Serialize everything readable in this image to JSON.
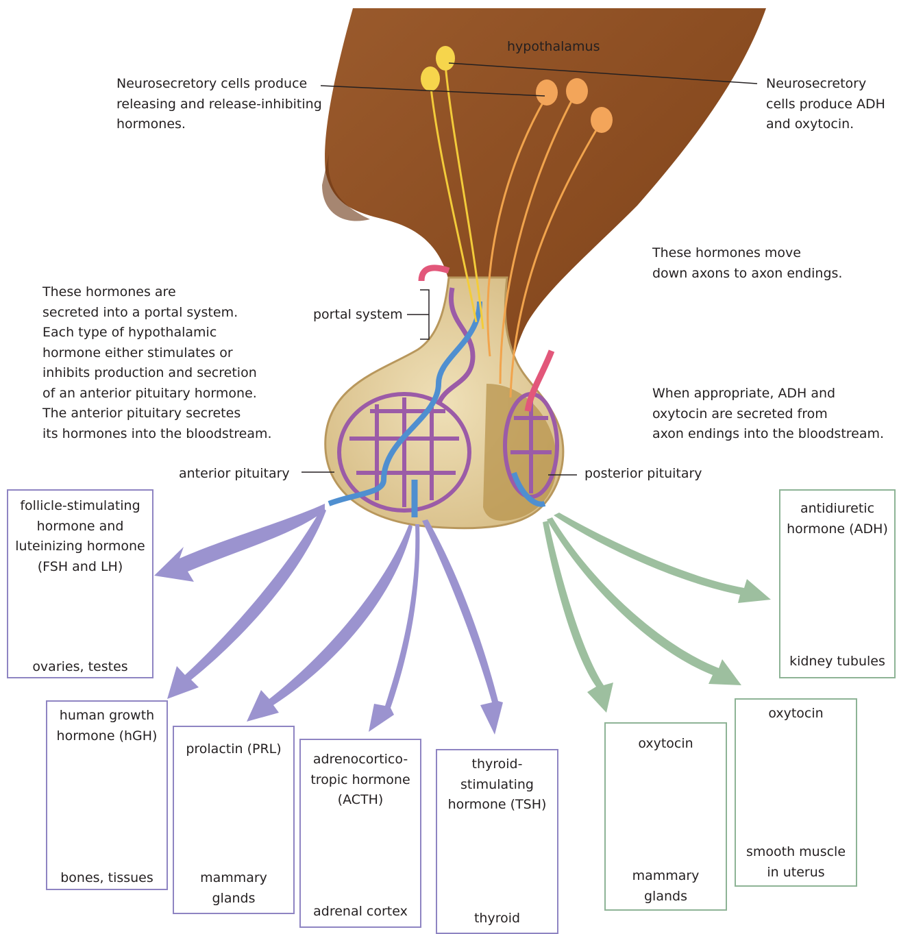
{
  "labels": {
    "hypothalamus": "hypothalamus",
    "neuro_left": "Neurosecretory cells produce\nreleasing and release-inhibiting\nhormones.",
    "neuro_right": "Neurosecretory\ncells produce ADH\nand oxytocin.",
    "move_down": "These hormones move\ndown axons to axon endings.",
    "portal_text": "These hormones are\nsecreted into a portal system.\nEach type of hypothalamic\nhormone either stimulates or\ninhibits production and secretion\nof an anterior pituitary hormone.\nThe anterior pituitary secretes\nits hormones into the bloodstream.",
    "portal_system": "portal system",
    "when_appropriate": "When appropriate, ADH and\noxytocin are secreted from\naxon endings into the bloodstream.",
    "anterior": "anterior pituitary",
    "posterior": "posterior pituitary"
  },
  "boxes": {
    "fsh": {
      "hormone": "follicle-stimulating\nhormone and\nluteinizing hormone\n(FSH and LH)",
      "target": "ovaries, testes"
    },
    "hgh": {
      "hormone": "human growth\nhormone (hGH)",
      "target": "bones, tissues"
    },
    "prl": {
      "hormone": "prolactin (PRL)",
      "target": "mammary\nglands"
    },
    "acth": {
      "hormone": "adrenocortico-\ntropic hormone\n(ACTH)",
      "target": "adrenal cortex"
    },
    "tsh": {
      "hormone": "thyroid-\nstimulating\nhormone (TSH)",
      "target": "thyroid"
    },
    "oxy1": {
      "hormone": "oxytocin",
      "target": "mammary\nglands"
    },
    "oxy2": {
      "hormone": "oxytocin",
      "target": "smooth muscle\nin uterus"
    },
    "adh": {
      "hormone": "antidiuretic\nhormone (ADH)",
      "target": "kidney tubules"
    }
  },
  "colors": {
    "anterior_arrow": "#9b93cf",
    "posterior_arrow": "#9dbf9f",
    "brain": "#8b4a1f",
    "pituitary": "#e3cfa0",
    "capillary": "#9b5ba7",
    "vessel_blue": "#4f8fd0",
    "vessel_red": "#e2577a"
  }
}
